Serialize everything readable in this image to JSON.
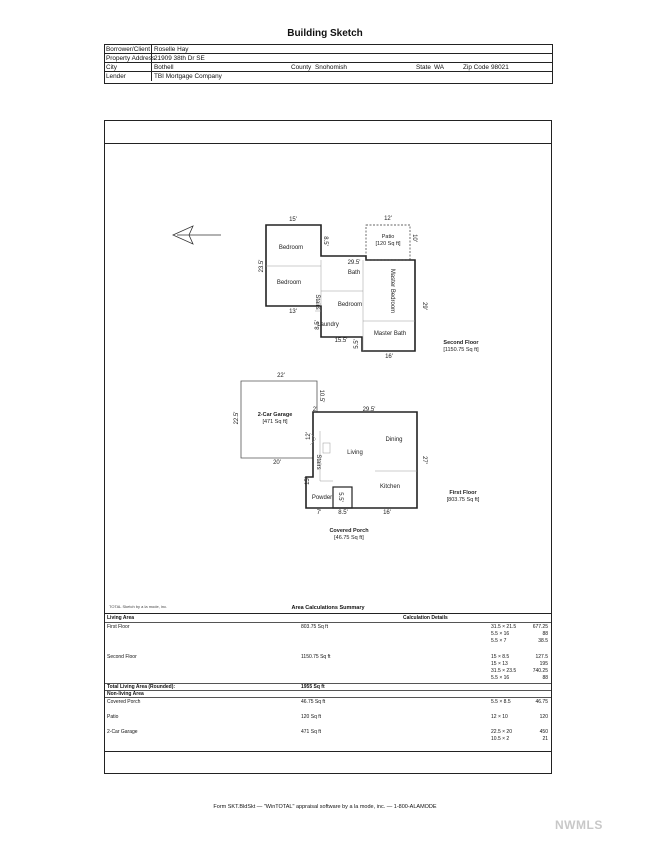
{
  "title": "Building Sketch",
  "header": {
    "borrower_label": "Borrower/Client",
    "borrower": "Roselle Hay",
    "address_label": "Property Address",
    "address": "21909 38th Dr SE",
    "city_label": "City",
    "city": "Bothell",
    "county_label": "County",
    "county": "Snohomish",
    "state_label": "State",
    "state": "WA",
    "zip_label": "Zip Code",
    "zip": "98021",
    "lender_label": "Lender",
    "lender": "TBI Mortgage Company"
  },
  "sketch": {
    "second_floor": {
      "dims": [
        "15'",
        "8.5'",
        "23.5'",
        "13'",
        "8.5'",
        "15.5'",
        "5.5'",
        "16'",
        "29'",
        "29.5'",
        "12'",
        "10'"
      ],
      "rooms": [
        "Bedroom",
        "Bedroom",
        "Bath",
        "Bedroom",
        "Stairs",
        "Laundry",
        "Master Bedroom",
        "Master Bath"
      ],
      "patio": "Patio",
      "patio_area": "[120 Sq ft]",
      "label": "Second Floor",
      "area": "[1150.75 Sq ft]"
    },
    "garage": {
      "dims": [
        "22'",
        "22.5'",
        "20'",
        "10.5'"
      ],
      "label": "2-Car Garage",
      "area": "[471 Sq ft]"
    },
    "first_floor": {
      "dims": [
        "2'",
        "29.5'",
        "12'",
        "27'",
        "15'",
        "7'",
        "8.5'",
        "16'",
        "5.5'"
      ],
      "rooms": [
        "Stairs",
        "Living",
        "Dining",
        "Kitchen",
        "Powder"
      ],
      "label": "First Floor",
      "area": "[803.75 Sq ft]"
    },
    "porch": {
      "label": "Covered Porch",
      "area": "[46.75 Sq ft]"
    },
    "credit": "TOTAL Sketch by a la mode, inc."
  },
  "summary": {
    "title": "Area Calculations Summary",
    "living_header": "Living Area",
    "calc_header": "Calculation Details",
    "living": [
      {
        "name": "First Floor",
        "area": "803.75 Sq ft",
        "calcs": [
          [
            "31.5 × 21.5",
            "677.25"
          ],
          [
            "5.5 × 16",
            "88"
          ],
          [
            "5.5 × 7",
            "38.5"
          ]
        ]
      },
      {
        "name": "Second Floor",
        "area": "1150.75 Sq ft",
        "calcs": [
          [
            "15 × 8.5",
            "127.5"
          ],
          [
            "15 × 13",
            "195"
          ],
          [
            "31.5 × 23.5",
            "740.25"
          ],
          [
            "5.5 × 16",
            "88"
          ]
        ]
      }
    ],
    "total_label": "Total Living Area (Rounded):",
    "total": "1955 Sq ft",
    "nonliving_header": "Non-living Area",
    "nonliving": [
      {
        "name": "Covered Porch",
        "area": "46.75 Sq ft",
        "calcs": [
          [
            "5.5 × 8.5",
            "46.75"
          ]
        ]
      },
      {
        "name": "Patio",
        "area": "120 Sq ft",
        "calcs": [
          [
            "12 × 10",
            "120"
          ]
        ]
      },
      {
        "name": "2-Car Garage",
        "area": "471 Sq ft",
        "calcs": [
          [
            "22.5 × 20",
            "450"
          ],
          [
            "10.5 × 2",
            "21"
          ]
        ]
      }
    ]
  },
  "footer": "Form SKT.BldSkt — \"WinTOTAL\" appraisal software by a la mode, inc. — 1-800-ALAMODE",
  "watermark": "NWMLS"
}
